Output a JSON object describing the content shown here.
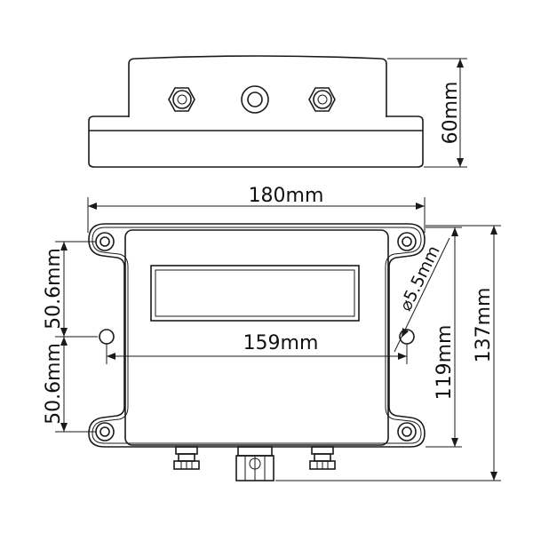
{
  "labels": {
    "height_top": "60mm",
    "width_overall": "180mm",
    "hole_pitch_upper": "50.6mm",
    "hole_pitch_lower": "50.6mm",
    "hole_span": "159mm",
    "hole_diameter": "⌀5.5mm",
    "body_height": "119mm",
    "overall_height": "137mm"
  },
  "colors": {
    "line": "#1a1a1a",
    "background": "#ffffff"
  }
}
